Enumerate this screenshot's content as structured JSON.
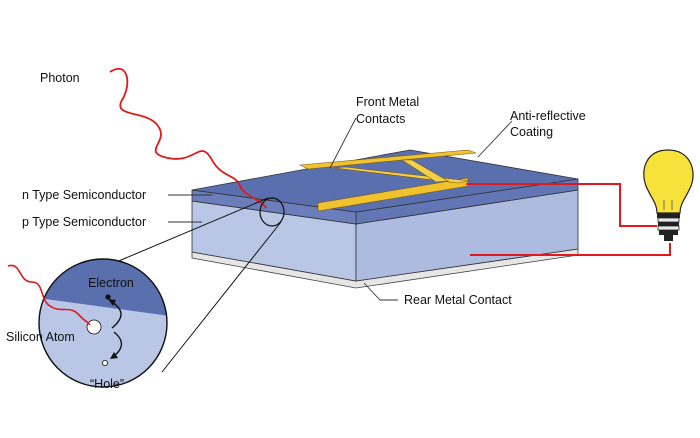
{
  "labels": {
    "photon": "Photon",
    "front_metal_contacts_line1": "Front Metal",
    "front_metal_contacts_line2": "Contacts",
    "anti_reflective_line1": "Anti-reflective",
    "anti_reflective_line2": "Coating",
    "n_type": "n Type Semiconductor",
    "p_type": "p Type Semiconductor",
    "rear_metal_contact": "Rear Metal Contact",
    "electron": "Electron",
    "silicon_atom": "Silicon Atom",
    "hole": "“Hole”"
  },
  "colors": {
    "n_layer_top": "#5a6fad",
    "n_layer_front": "#6679b8",
    "p_layer_front": "#b9c6e6",
    "p_layer_side": "#a9b8de",
    "rear_contact": "#e6e6e6",
    "metal_contacts": "#f0c22e",
    "photon_wire": "#e0191f",
    "bulb": "#f6e23a",
    "outline": "#222222"
  },
  "icons": {
    "bulb": "light-bulb-icon"
  }
}
